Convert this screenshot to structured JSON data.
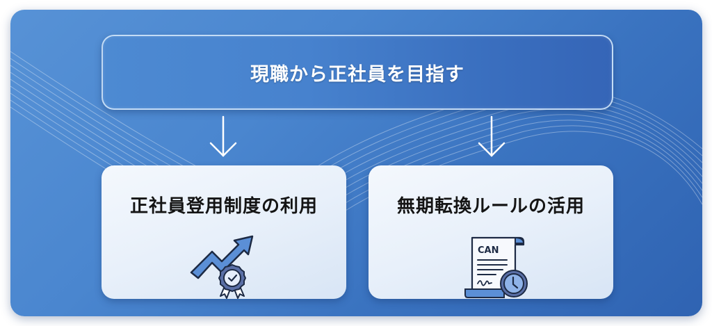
{
  "diagram": {
    "title": "現職から正社員を目指す",
    "arrows": [
      {
        "from": "title",
        "to": "option_1",
        "icon": "arrow-down-icon"
      },
      {
        "from": "title",
        "to": "option_2",
        "icon": "arrow-down-icon"
      }
    ],
    "options": [
      {
        "label": "正社員登用制度の利用",
        "icon": "trend-up-award-icon"
      },
      {
        "label": "無期転換ルールの活用",
        "icon": "contract-clock-icon",
        "icon_text": "CAN"
      }
    ]
  },
  "colors": {
    "panel_blue": "#4a86cf",
    "panel_dark_blue": "#2f63b2",
    "card_bg": "#eaf1fa",
    "text_dark": "#141414",
    "icon_blue": "#5b8fd6",
    "icon_outline": "#1d2a44"
  }
}
